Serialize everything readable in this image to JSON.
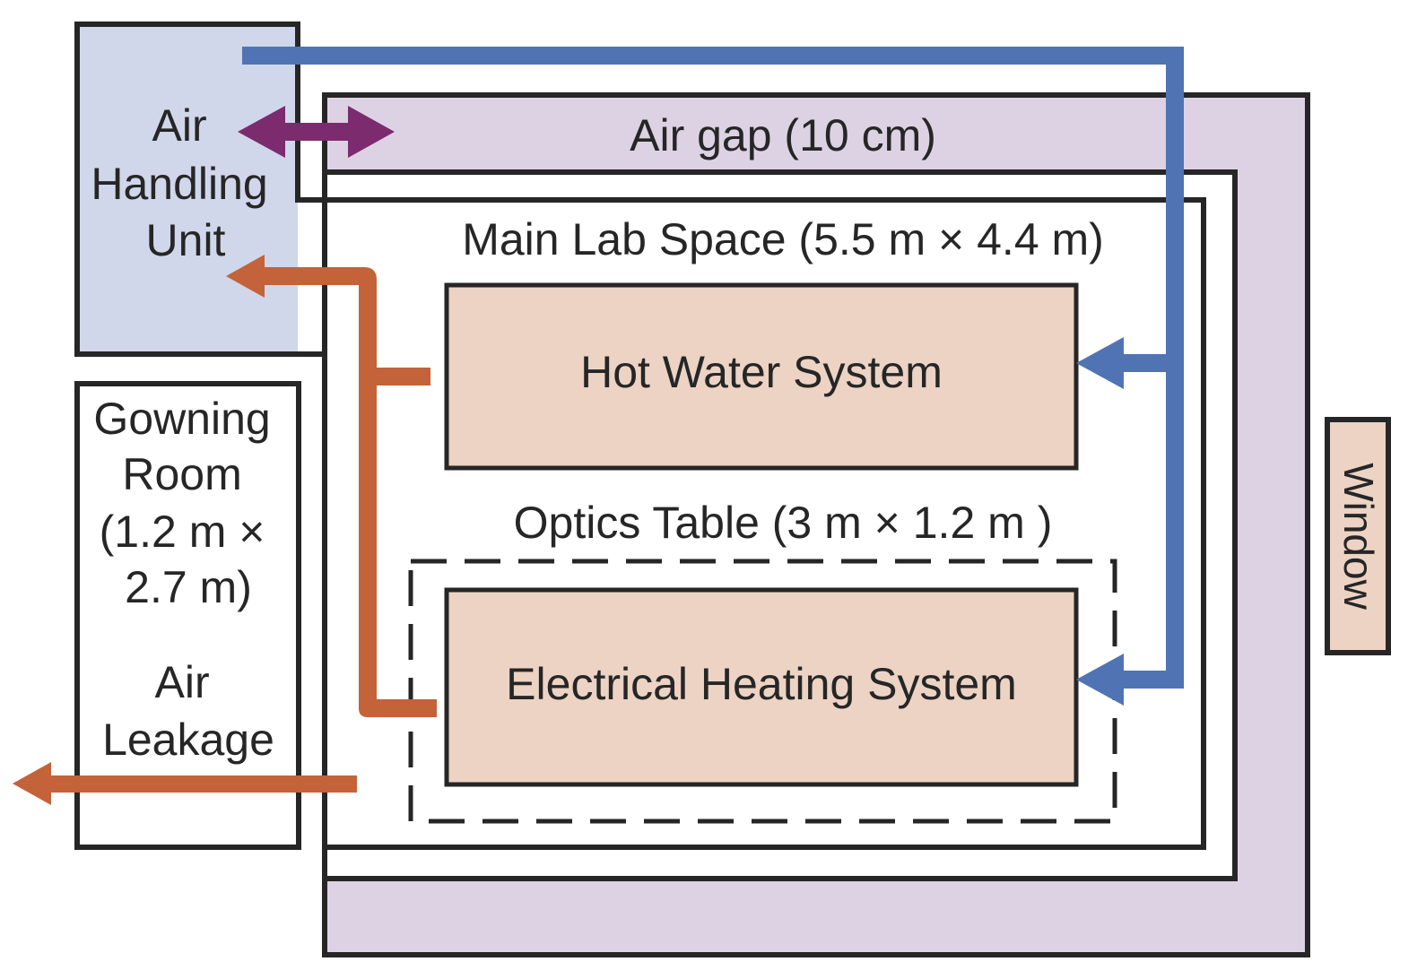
{
  "diagram": {
    "title": "Lab air handling layout",
    "colors": {
      "ahu_fill": "#d0d7ea",
      "air_gap_fill": "#ddd2e4",
      "system_fill": "#ecd3c4",
      "supply_air": "#5073b4",
      "return_air": "#c4623a",
      "exchange": "#7c2b6e",
      "border": "#262626"
    },
    "nodes": {
      "ahu": {
        "lines": [
          "Air",
          "Handling",
          "Unit"
        ]
      },
      "air_gap": {
        "label": "Air gap (10 cm)"
      },
      "main_lab": {
        "label": "Main Lab Space (5.5 m × 4.4 m)"
      },
      "hot_water": {
        "label": "Hot Water System"
      },
      "optics_table": {
        "label": "Optics Table (3 m × 1.2 m )"
      },
      "electrical": {
        "label": "Electrical Heating System"
      },
      "gowning": {
        "lines": [
          "Gowning",
          "Room",
          "(1.2 m ×",
          "2.7 m)"
        ]
      },
      "leakage": {
        "lines": [
          "Air",
          "Leakage"
        ]
      },
      "window": {
        "label": "Window"
      }
    },
    "edges": [
      {
        "from": "ahu",
        "to": "air_gap",
        "type": "bidirectional",
        "color": "exchange"
      },
      {
        "from": "ahu",
        "to": "hot_water",
        "type": "supply",
        "color": "supply_air"
      },
      {
        "from": "ahu",
        "to": "electrical",
        "type": "supply",
        "color": "supply_air"
      },
      {
        "from": "hot_water",
        "to": "ahu",
        "type": "return",
        "color": "return_air"
      },
      {
        "from": "electrical",
        "to": "ahu",
        "type": "return",
        "color": "return_air"
      },
      {
        "from": "main_lab",
        "to": "gowning",
        "type": "leakage",
        "color": "return_air"
      }
    ]
  }
}
